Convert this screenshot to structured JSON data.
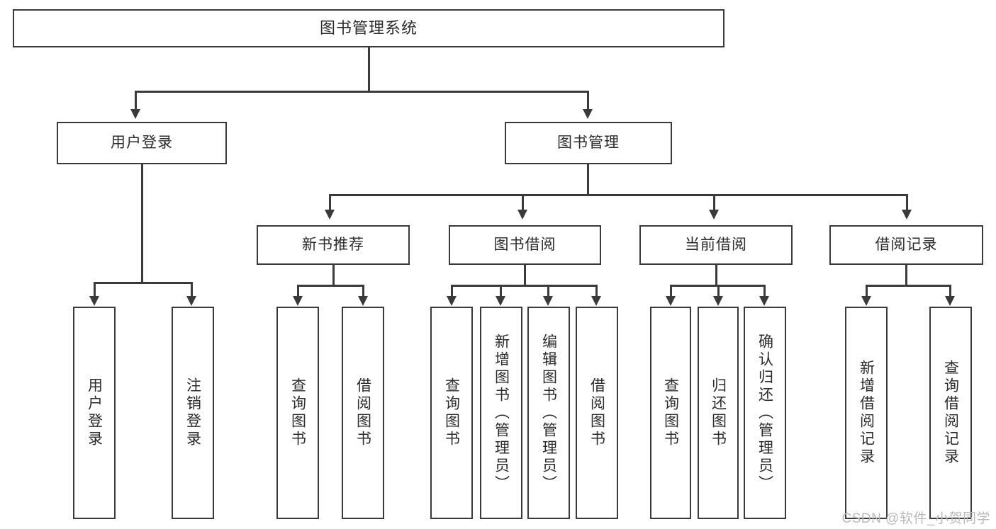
{
  "diagram": {
    "title": "图书管理系统",
    "type": "hierarchy-tree",
    "root": {
      "id": "root",
      "label": "图书管理系统"
    },
    "level1": [
      {
        "id": "user-login",
        "label": "用户登录"
      },
      {
        "id": "book-manage",
        "label": "图书管理"
      }
    ],
    "level2": [
      {
        "id": "new-book-rec",
        "label": "新书推荐",
        "parent": "book-manage"
      },
      {
        "id": "book-borrow",
        "label": "图书借阅",
        "parent": "book-manage"
      },
      {
        "id": "current-borrow",
        "label": "当前借阅",
        "parent": "book-manage"
      },
      {
        "id": "borrow-record",
        "label": "借阅记录",
        "parent": "book-manage"
      }
    ],
    "leaves": [
      {
        "id": "leaf-user-login",
        "label": "用户登录",
        "parent": "user-login"
      },
      {
        "id": "leaf-logout",
        "label": "注销登录",
        "parent": "user-login"
      },
      {
        "id": "leaf-query-book-1",
        "label": "查询图书",
        "parent": "new-book-rec"
      },
      {
        "id": "leaf-borrow-book-1",
        "label": "借阅图书",
        "parent": "new-book-rec"
      },
      {
        "id": "leaf-query-book-2",
        "label": "查询图书",
        "parent": "book-borrow"
      },
      {
        "id": "leaf-add-book",
        "label": "新增图书（管理员）",
        "parent": "book-borrow"
      },
      {
        "id": "leaf-edit-book",
        "label": "编辑图书（管理员）",
        "parent": "book-borrow"
      },
      {
        "id": "leaf-borrow-book-2",
        "label": "借阅图书",
        "parent": "book-borrow"
      },
      {
        "id": "leaf-query-book-3",
        "label": "查询图书",
        "parent": "current-borrow"
      },
      {
        "id": "leaf-return-book",
        "label": "归还图书",
        "parent": "current-borrow"
      },
      {
        "id": "leaf-confirm-return",
        "label": "确认归还（管理员）",
        "parent": "current-borrow"
      },
      {
        "id": "leaf-add-record",
        "label": "新增借阅记录",
        "parent": "borrow-record"
      },
      {
        "id": "leaf-query-record",
        "label": "查询借阅记录",
        "parent": "borrow-record"
      }
    ]
  },
  "watermark": {
    "text": "CSDN @软件_小贺同学"
  },
  "colors": {
    "stroke": "#3a3a3a",
    "text": "#2b2b2b",
    "background": "#ffffff",
    "watermark": "#b9b9b9"
  }
}
